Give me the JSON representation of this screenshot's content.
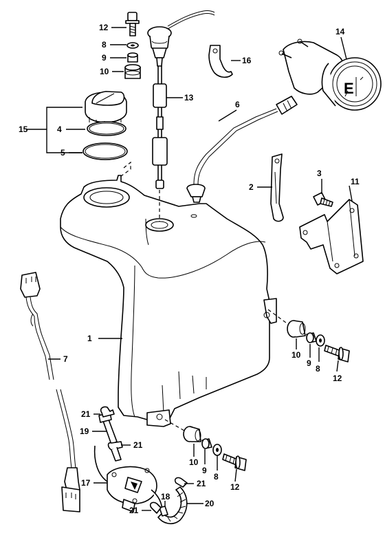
{
  "callouts": [
    {
      "id": "c12a",
      "text": "12"
    },
    {
      "id": "c8a",
      "text": "8"
    },
    {
      "id": "c9a",
      "text": "9"
    },
    {
      "id": "c10a",
      "text": "10"
    },
    {
      "id": "c13",
      "text": "13"
    },
    {
      "id": "c14",
      "text": "14"
    },
    {
      "id": "c15",
      "text": "15"
    },
    {
      "id": "c4",
      "text": "4"
    },
    {
      "id": "c5",
      "text": "5"
    },
    {
      "id": "c6",
      "text": "6"
    },
    {
      "id": "c2",
      "text": "2"
    },
    {
      "id": "c3",
      "text": "3"
    },
    {
      "id": "c11",
      "text": "11"
    },
    {
      "id": "c7",
      "text": "7"
    },
    {
      "id": "c1",
      "text": "1"
    },
    {
      "id": "c16",
      "text": "16"
    },
    {
      "id": "c10b",
      "text": "10"
    },
    {
      "id": "c9b",
      "text": "9"
    },
    {
      "id": "c8b",
      "text": "8"
    },
    {
      "id": "c12b",
      "text": "12"
    },
    {
      "id": "c21a",
      "text": "21"
    },
    {
      "id": "c19",
      "text": "19"
    },
    {
      "id": "c21b",
      "text": "21"
    },
    {
      "id": "c17",
      "text": "17"
    },
    {
      "id": "c21c",
      "text": "21"
    },
    {
      "id": "c18",
      "text": "18"
    },
    {
      "id": "c20",
      "text": "20"
    },
    {
      "id": "c21d",
      "text": "21"
    },
    {
      "id": "c10c",
      "text": "10"
    },
    {
      "id": "c9c",
      "text": "9"
    },
    {
      "id": "c8c",
      "text": "8"
    },
    {
      "id": "c12c",
      "text": "12"
    }
  ],
  "icons": {
    "fuel_tank": "fuel-tank-icon",
    "fuel_gauge": "fuel-gauge-meter-icon",
    "fuel_pump": "fuel-pump-icon",
    "filler_cap": "filler-cap-icon"
  }
}
